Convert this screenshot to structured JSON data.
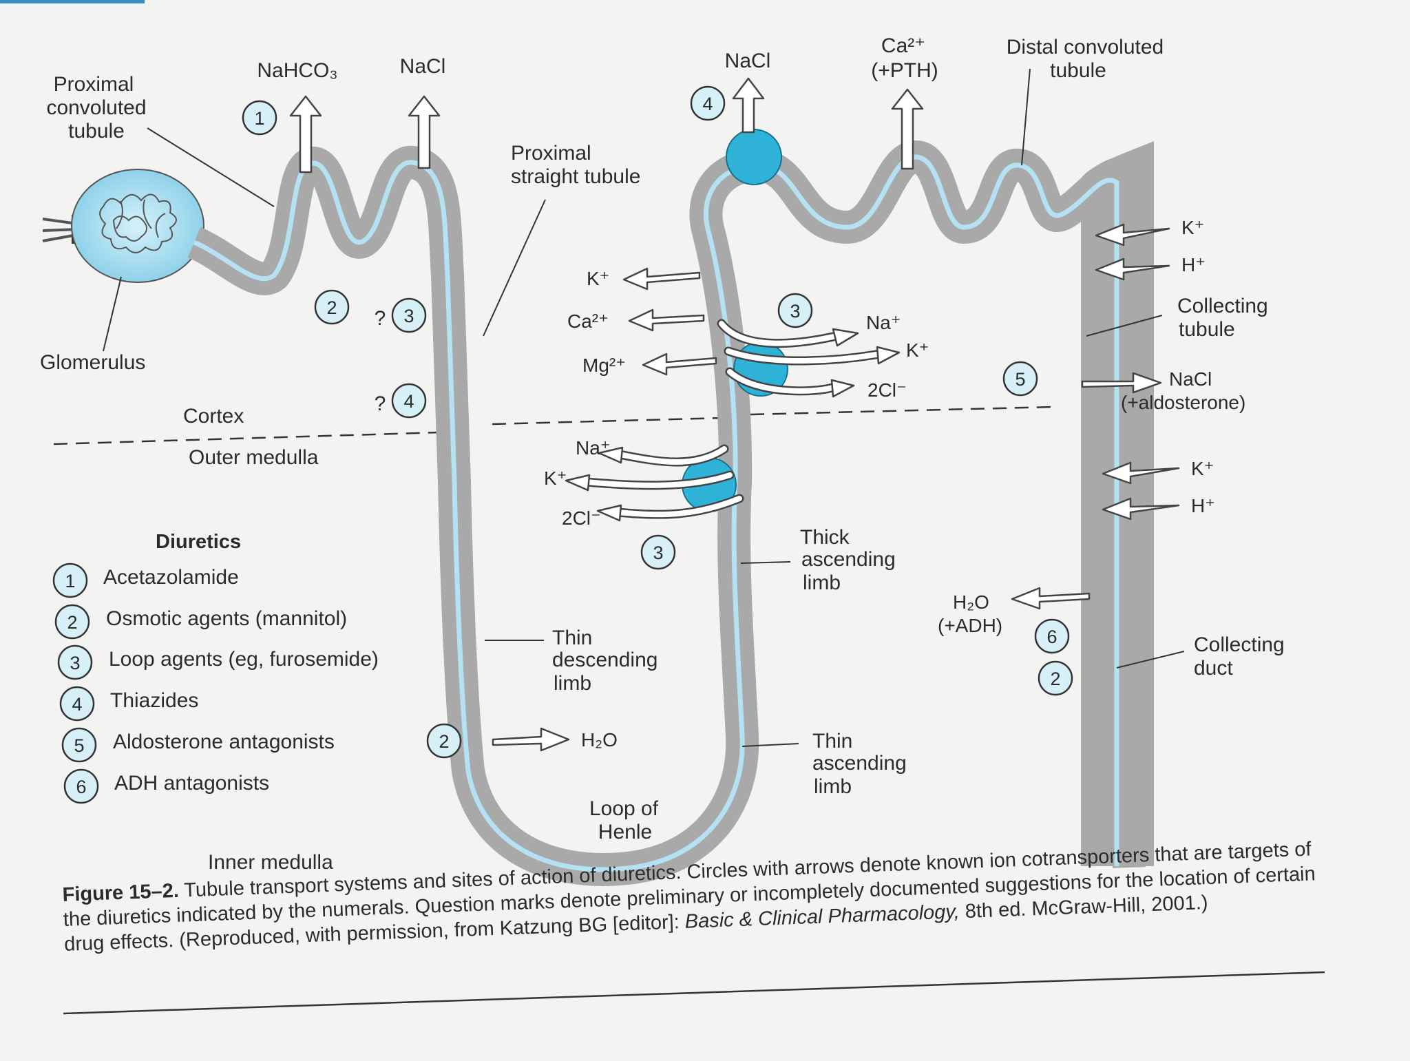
{
  "top_labels": {
    "nahco3": "NaHCO₃",
    "nacl_1": "NaCl",
    "nacl_2": "NaCl",
    "ca_pth_1": "Ca²⁺",
    "ca_pth_2": "(+PTH)"
  },
  "structures": {
    "proximal_convoluted_1": "Proximal",
    "proximal_convoluted_2": "convoluted",
    "proximal_convoluted_3": "tubule",
    "glomerulus": "Glomerulus",
    "proximal_straight_1": "Proximal",
    "proximal_straight_2": "straight tubule",
    "distal_convoluted_1": "Distal convoluted",
    "distal_convoluted_2": "tubule",
    "collecting_tubule_1": "Collecting",
    "collecting_tubule_2": "tubule",
    "thick_ascending_1": "Thick",
    "thick_ascending_2": "ascending",
    "thick_ascending_3": "limb",
    "thin_descending_1": "Thin",
    "thin_descending_2": "descending",
    "thin_descending_3": "limb",
    "thin_ascending_1": "Thin",
    "thin_ascending_2": "ascending",
    "thin_ascending_3": "limb",
    "loop_henle_1": "Loop of",
    "loop_henle_2": "Henle",
    "collecting_duct_1": "Collecting",
    "collecting_duct_2": "duct"
  },
  "regions": {
    "cortex": "Cortex",
    "outer_medulla": "Outer medulla",
    "inner_medulla": "Inner medulla"
  },
  "ions": {
    "k_tal": "K⁺",
    "ca_tal": "Ca²⁺",
    "mg_tal": "Mg²⁺",
    "na_in": "Na⁺",
    "k_in": "K⁺",
    "cl_in": "2Cl⁻",
    "na_out": "Na⁺",
    "k_out": "K⁺",
    "cl_out": "2Cl⁻",
    "k_ct1": "K⁺",
    "h_ct1": "H⁺",
    "nacl_ct": "NaCl",
    "aldo": "(+aldosterone)",
    "k_ct2": "K⁺",
    "h_ct2": "H⁺",
    "h2o_cd": "H₂O",
    "adh": "(+ADH)",
    "h2o_tdl": "H₂O"
  },
  "markers": {
    "m1_top": "1",
    "m2_pct": "2",
    "q3": "?",
    "m3_pct": "3",
    "q4": "?",
    "m4_pct": "4",
    "m4_dct": "4",
    "m3_tal_up": "3",
    "m3_tal_low": "3",
    "m5_ct": "5",
    "m6_cd": "6",
    "m2_cd": "2",
    "m2_tdl": "2"
  },
  "legend": {
    "title": "Diuretics",
    "items": [
      {
        "num": "1",
        "label": "Acetazolamide"
      },
      {
        "num": "2",
        "label": "Osmotic agents (mannitol)"
      },
      {
        "num": "3",
        "label": "Loop agents (eg, furosemide)"
      },
      {
        "num": "4",
        "label": "Thiazides"
      },
      {
        "num": "5",
        "label": "Aldosterone antagonists"
      },
      {
        "num": "6",
        "label": "ADH antagonists"
      }
    ]
  },
  "caption": {
    "figure": "Figure 15–2.",
    "text": "Tubule transport systems and sites of action of diuretics. Circles with arrows denote known ion cotransporters that are targets of the diuretics indicated by the numerals. Question marks denote preliminary or incompletely documented suggestions for the location of certain drug effects. (Reproduced, with permission, from Katzung BG [editor]:",
    "book": "Basic & Clinical Pharmacology,",
    "edition": "8th ed. McGraw-Hill, 2001.)"
  },
  "colors": {
    "tubule": "#a9a9a9",
    "lumen": "#b5e2f2",
    "transporter": "#2fb2d8",
    "marker_fill": "#d7f0f8",
    "ink": "#2b2b2b"
  }
}
